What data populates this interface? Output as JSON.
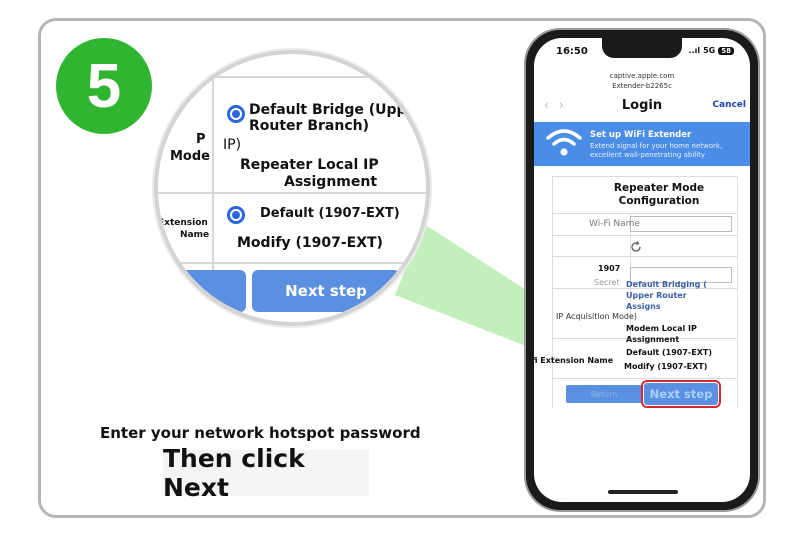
{
  "step": {
    "number": "5"
  },
  "magnifier": {
    "option1_line1": "Default Bridge (Upper",
    "option1_line2": "Router Branch)",
    "label_p": "P",
    "label_mode": "Mode",
    "ip_fragment": "IP)",
    "repeater_line1": "Repeater Local IP",
    "repeater_line2": "Assignment",
    "ext_label_line1": "Extension",
    "ext_label_line2": "Name",
    "ext_default": "Default (1907-EXT)",
    "ext_modify": "Modify (1907-EXT)",
    "next_label": "Next step"
  },
  "instructions": {
    "line1": "Enter your network hotspot password",
    "line2": "Then click Next"
  },
  "phone": {
    "time": "16:50",
    "signal": "..ıl",
    "network": "5G",
    "battery": "58",
    "url_host": "captive.apple.com",
    "url_sub": "Extender-b2265c",
    "title": "Login",
    "cancel": "Cancel",
    "back_arrow": "‹",
    "forward_arrow": "›",
    "banner_title": "Set up WiFi Extender",
    "banner_line1": "Extend signal for your home network,",
    "banner_line2": "excellent wall-penetrating ability",
    "form_title_line1": "Repeater Mode",
    "form_title_line2": "Configuration",
    "wifi_name_placeholder": "Wi-Fi Name",
    "ssid": "1907",
    "secret_label": "Secret",
    "ip_mode_label": "IP Acquisition Mode)",
    "opt_bridging_1": "Default Bridging (",
    "opt_bridging_2": "Upper Router",
    "opt_bridging_3": "Assigns",
    "opt_modem_1": "Modem Local IP",
    "opt_modem_2": "Assignment",
    "ext_name_label": "Wifi Extension Name",
    "ext_default": "Default (1907-EXT)",
    "ext_modify": "Modify (1907-EXT)",
    "prev_label": "Return",
    "next_label": "Next step"
  },
  "colors": {
    "badge": "#2fb52f",
    "accent": "#5b8fe0",
    "highlight": "#d6282e"
  }
}
